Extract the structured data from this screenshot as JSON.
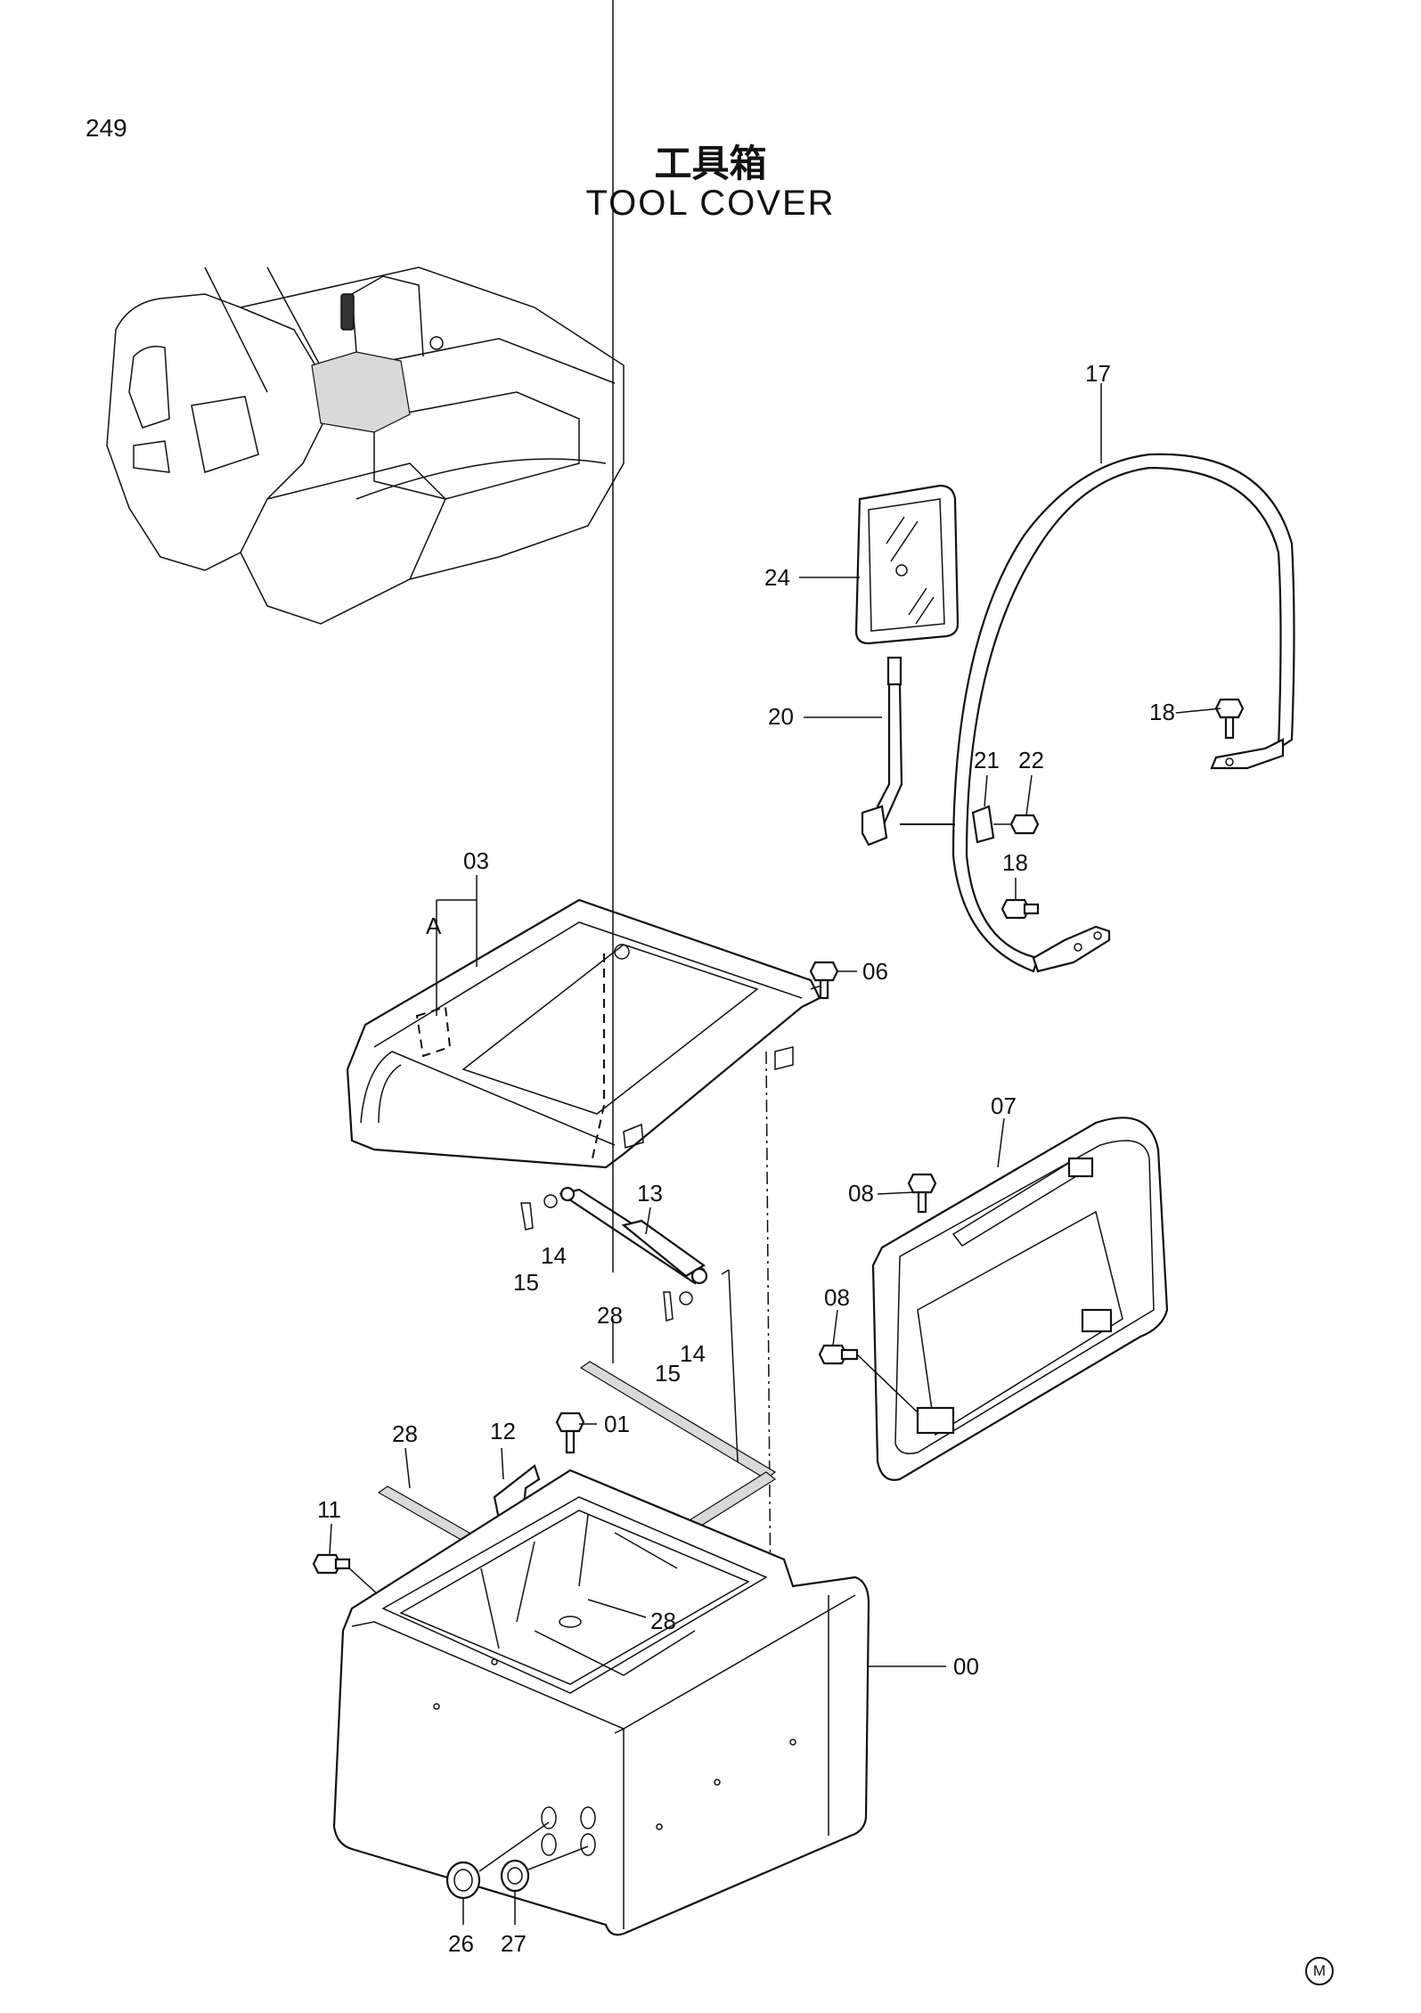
{
  "page": {
    "number": "249",
    "title_ja": "工具箱",
    "title_en": "TOOL COVER",
    "mark": "M"
  },
  "callouts": [
    {
      "id": "17",
      "text": "17"
    },
    {
      "id": "24",
      "text": "24"
    },
    {
      "id": "20",
      "text": "20"
    },
    {
      "id": "18a",
      "text": "18"
    },
    {
      "id": "21",
      "text": "21"
    },
    {
      "id": "22",
      "text": "22"
    },
    {
      "id": "18b",
      "text": "18"
    },
    {
      "id": "03",
      "text": "03"
    },
    {
      "id": "A",
      "text": "A"
    },
    {
      "id": "06",
      "text": "06"
    },
    {
      "id": "07",
      "text": "07"
    },
    {
      "id": "08a",
      "text": "08"
    },
    {
      "id": "08b",
      "text": "08"
    },
    {
      "id": "13",
      "text": "13"
    },
    {
      "id": "14a",
      "text": "14"
    },
    {
      "id": "15a",
      "text": "15"
    },
    {
      "id": "28a",
      "text": "28"
    },
    {
      "id": "14b",
      "text": "14"
    },
    {
      "id": "15b",
      "text": "15"
    },
    {
      "id": "28b",
      "text": "28"
    },
    {
      "id": "12",
      "text": "12"
    },
    {
      "id": "01",
      "text": "01"
    },
    {
      "id": "11",
      "text": "11"
    },
    {
      "id": "28c",
      "text": "28"
    },
    {
      "id": "00",
      "text": "00"
    },
    {
      "id": "26",
      "text": "26"
    },
    {
      "id": "27",
      "text": "27"
    }
  ]
}
